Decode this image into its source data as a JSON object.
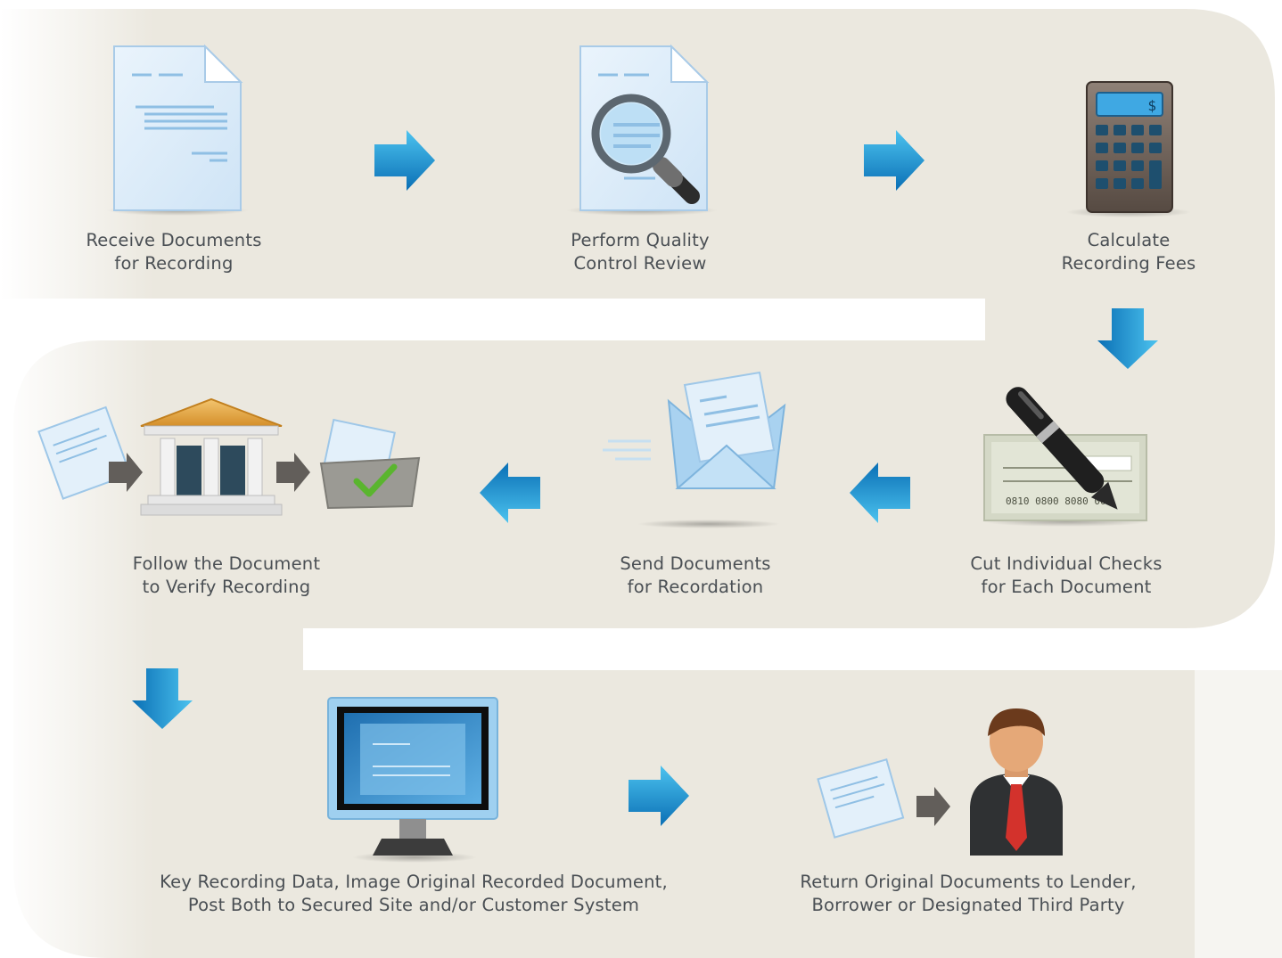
{
  "steps": [
    {
      "id": "receive",
      "line1": "Receive Documents",
      "line2": "for Recording",
      "icon": "document-icon"
    },
    {
      "id": "quality",
      "line1": "Perform Quality",
      "line2": "Control Review",
      "icon": "magnifier-document-icon"
    },
    {
      "id": "fees",
      "line1": "Calculate",
      "line2": "Recording Fees",
      "icon": "calculator-icon"
    },
    {
      "id": "checks",
      "line1": "Cut Individual Checks",
      "line2": "for Each Document",
      "icon": "check-pen-icon"
    },
    {
      "id": "send",
      "line1": "Send Documents",
      "line2": "for Recordation",
      "icon": "envelope-icon"
    },
    {
      "id": "follow",
      "line1": "Follow the Document",
      "line2": "to Verify Recording",
      "icon": "courthouse-icon"
    },
    {
      "id": "key",
      "line1": "Key Recording Data, Image Original Recorded Document,",
      "line2": "Post Both to Secured Site and/or Customer System",
      "icon": "monitor-icon"
    },
    {
      "id": "return",
      "line1": "Return Original Documents to Lender,",
      "line2": "Borrower or Designated Third Party",
      "icon": "person-icon"
    }
  ],
  "colors": {
    "band": "#ebe8df",
    "arrow_light": "#36b4e5",
    "arrow_dark": "#0a6fb5",
    "text": "#4a4f54"
  }
}
